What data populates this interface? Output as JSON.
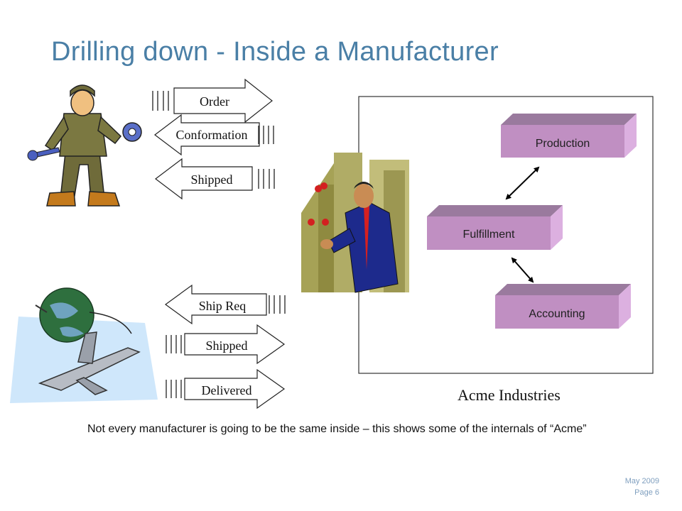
{
  "slide": {
    "title": "Drilling down - Inside a Manufacturer",
    "caption": "Acme Industries",
    "note": "Not every manufacturer is going to be the same inside – this shows some of the internals of “Acme”",
    "footer": {
      "date": "May 2009",
      "page": "Page 6"
    }
  },
  "messages": {
    "top": [
      {
        "label": "Order",
        "direction": "right"
      },
      {
        "label": "Conformation",
        "direction": "left"
      },
      {
        "label": "Shipped",
        "direction": "left"
      }
    ],
    "bottom": [
      {
        "label": "Ship Req",
        "direction": "left"
      },
      {
        "label": "Shipped",
        "direction": "right"
      },
      {
        "label": "Delivered",
        "direction": "right"
      }
    ]
  },
  "departments": [
    {
      "label": "Production"
    },
    {
      "label": "Fulfillment"
    },
    {
      "label": "Accounting"
    }
  ],
  "colors": {
    "title": "#4a7fa6",
    "box_front": "#c08fc2",
    "box_top": "#9a7a9e",
    "box_side": "#dcb0e0",
    "box_text": "#1f1f1f",
    "footer": "#7f9fbf"
  },
  "illustrations": [
    "mechanic-clipart",
    "globe-airplane-clipart",
    "businessman-juggling-clipart"
  ]
}
